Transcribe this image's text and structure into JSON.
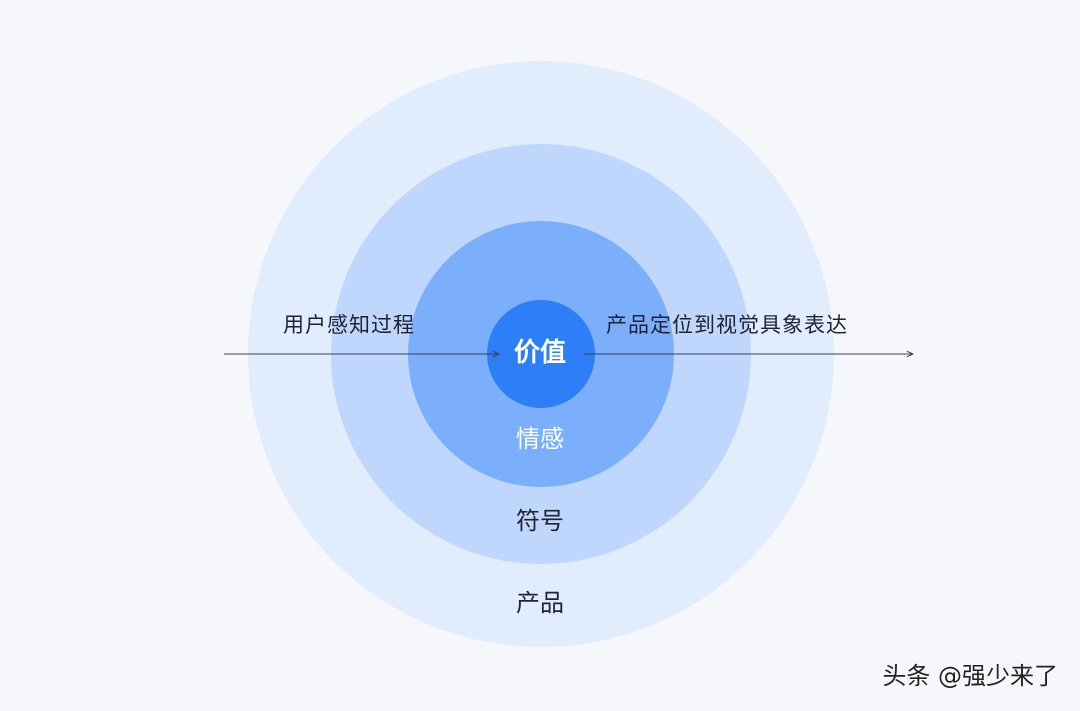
{
  "diagram": {
    "rings": [
      {
        "label": "产品",
        "color": "#e1ecfd"
      },
      {
        "label": "符号",
        "color": "#bfd7fd"
      },
      {
        "label": "情感",
        "color": "#7caffb"
      },
      {
        "label": "价值",
        "color": "#2e7ef7"
      }
    ],
    "left_annotation": "用户感知过程",
    "right_annotation": "产品定位到视觉具象表达",
    "arrow_color": "#3a3f55"
  },
  "watermark": "头条 @强少来了"
}
